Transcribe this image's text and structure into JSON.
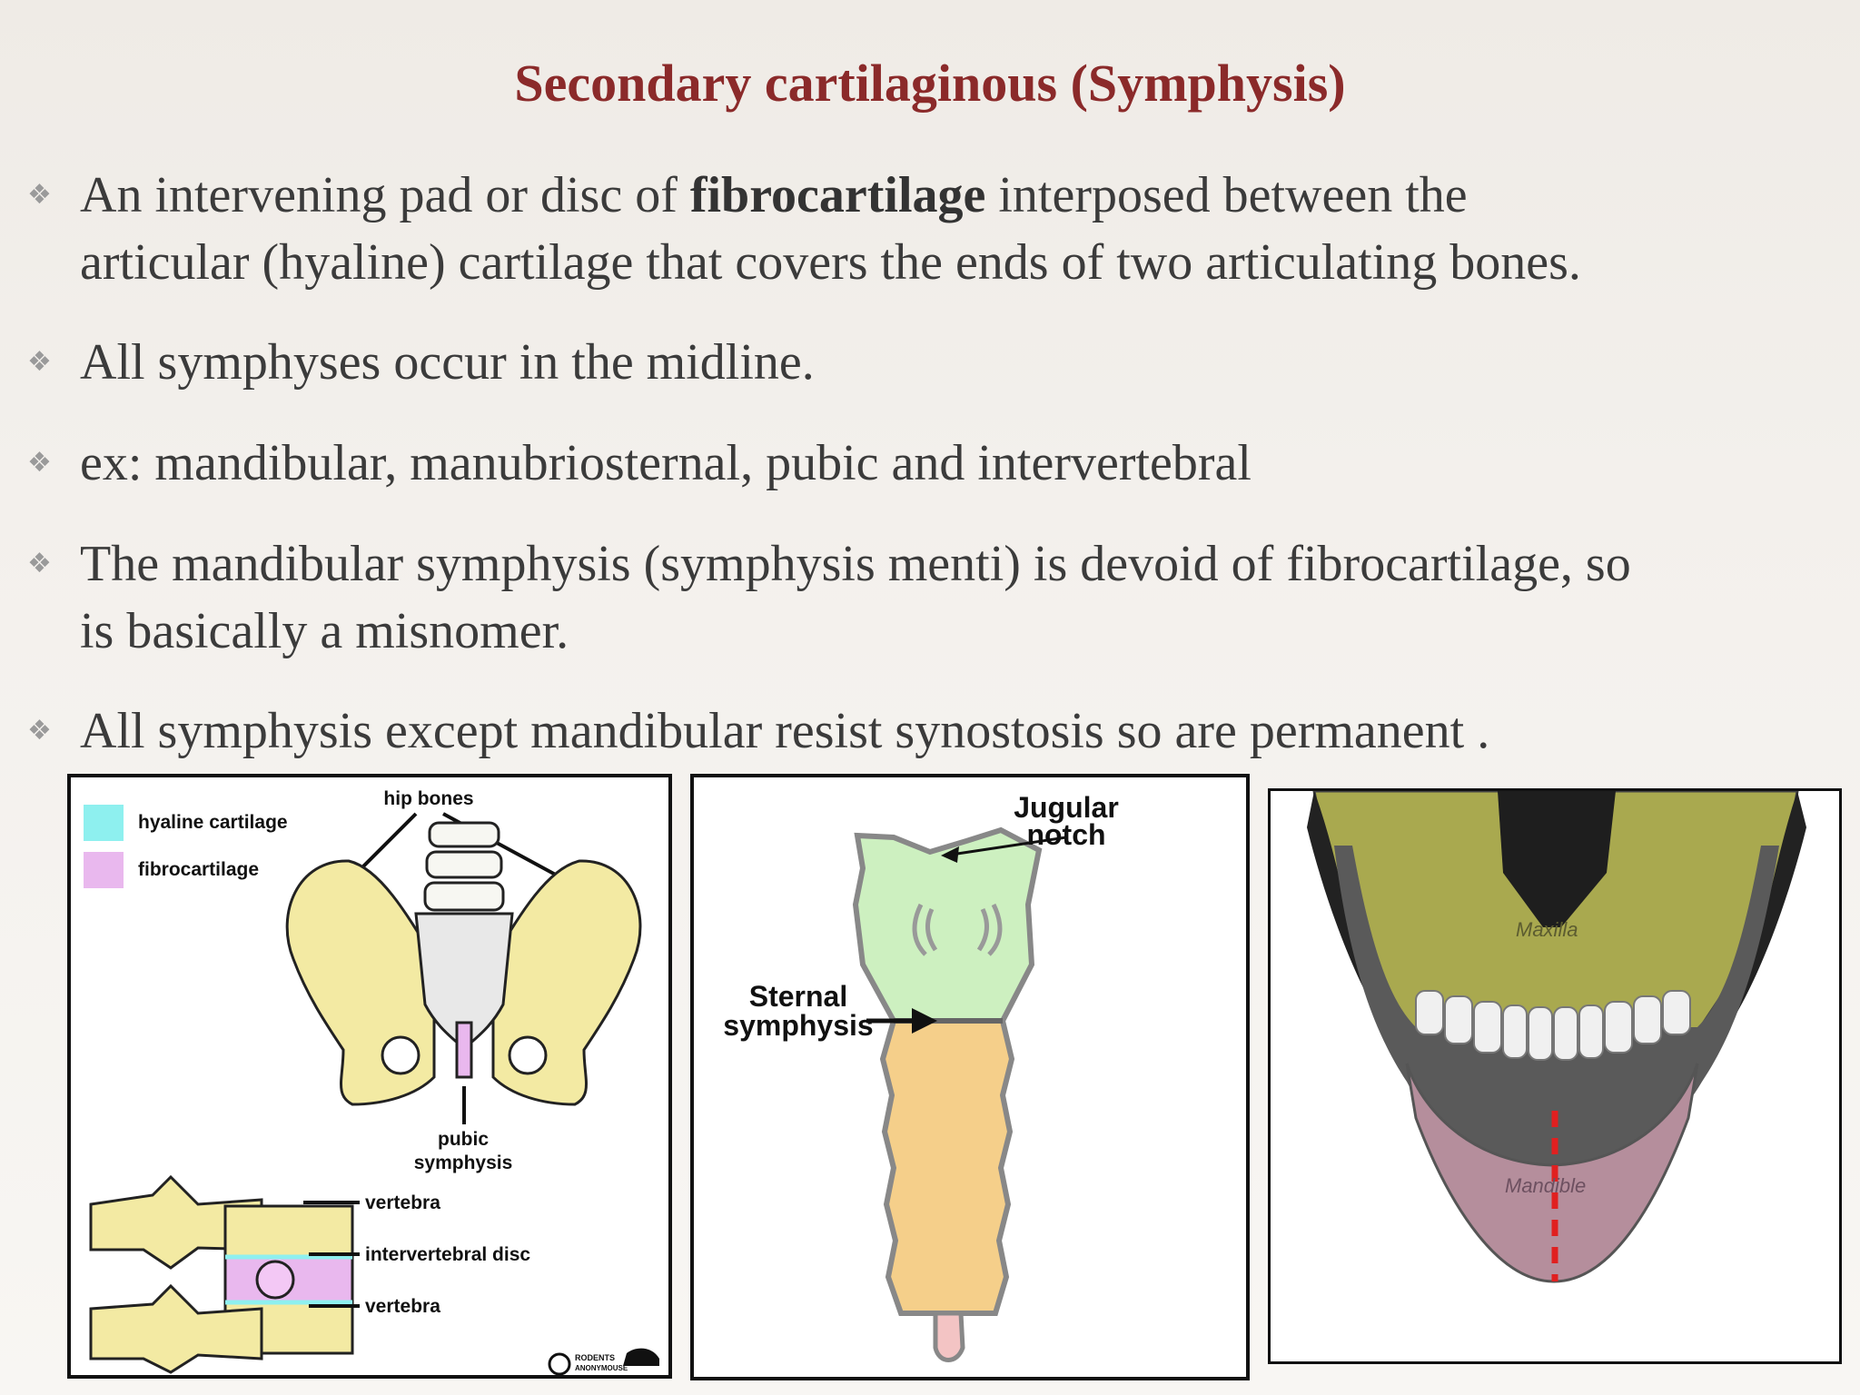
{
  "title": "Secondary cartilaginous (Symphysis)",
  "bullets": [
    {
      "pre": "An intervening pad or disc of ",
      "bold": "fibrocartilage",
      "post": " interposed between the",
      "line2": "articular (hyaline) cartilage that covers the ends of two articulating bones."
    },
    {
      "text": "All symphyses occur in the midline."
    },
    {
      "text": "ex: mandibular, manubriosternal, pubic and intervertebral"
    },
    {
      "line1": "The mandibular symphysis (symphysis menti) is devoid of fibrocartilage, so",
      "line2": "is basically a misnomer."
    },
    {
      "text": "All symphysis except mandibular resist synostosis so are permanent ."
    }
  ],
  "bullet_icon": "diamond-bullet-icon",
  "fig1": {
    "legend": [
      "hyaline cartilage",
      "fibrocartilage"
    ],
    "hip_bones": "hip bones",
    "pubic": "pubic",
    "symphysis": "symphysis",
    "vertebra_top": "vertebra",
    "disc": "intervertebral disc",
    "vertebra_bottom": "vertebra",
    "logo_top": "RODENTS",
    "logo_bottom": "ANONYMOUSE",
    "colors": {
      "hyaline": "#8ef0ef",
      "fibro": "#e9b8ee",
      "bone": "#f3eaa3"
    }
  },
  "fig2": {
    "jugular1": "Jugular",
    "jugular2": "notch",
    "sternal1": "Sternal",
    "sternal2": "symphysis",
    "colors": {
      "manubrium": "#cdf0c0",
      "body": "#f5cf8a",
      "xiphoid": "#f3c4c4"
    }
  },
  "fig3": {
    "maxilla": "Maxilla",
    "mandible": "Mandible",
    "colors": {
      "maxilla": "#a9a94f",
      "mandible": "#b58e9c",
      "midline": "#e02020"
    }
  }
}
